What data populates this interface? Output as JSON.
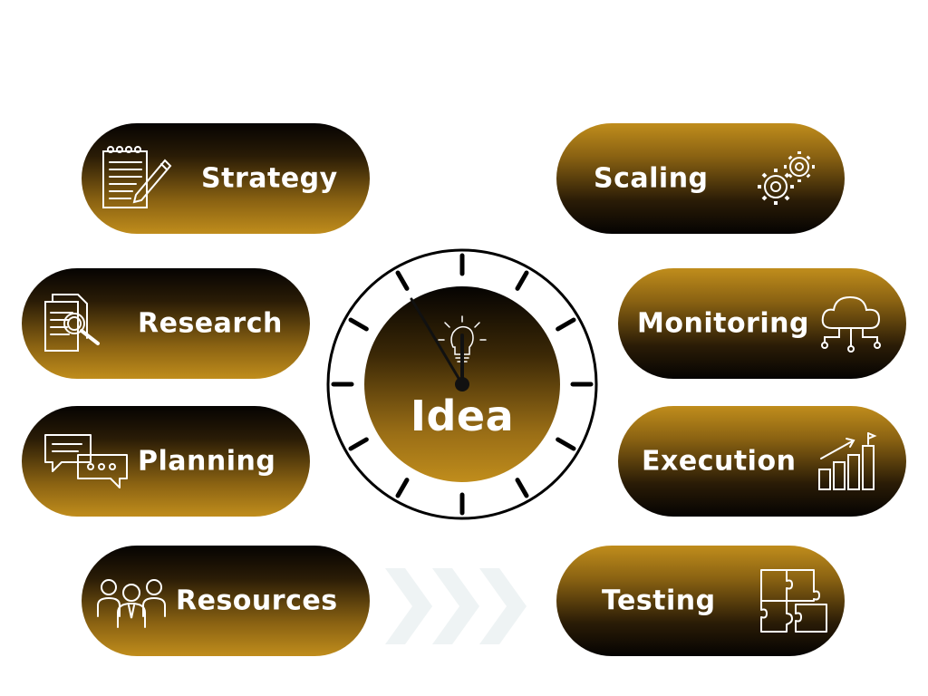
{
  "center": {
    "label": "Idea"
  },
  "left_steps": [
    {
      "label": "Strategy",
      "icon": "notepad-pencil-icon"
    },
    {
      "label": "Research",
      "icon": "document-magnifier-icon"
    },
    {
      "label": "Planning",
      "icon": "chat-bubbles-icon"
    },
    {
      "label": "Resources",
      "icon": "team-people-icon"
    }
  ],
  "right_steps": [
    {
      "label": "Scaling",
      "icon": "gears-icon"
    },
    {
      "label": "Monitoring",
      "icon": "cloud-network-icon"
    },
    {
      "label": "Execution",
      "icon": "growth-chart-icon"
    },
    {
      "label": "Testing",
      "icon": "puzzle-icon"
    }
  ],
  "colors": {
    "gold": "#c08d1c",
    "dark": "#050302",
    "text": "#ffffff"
  }
}
